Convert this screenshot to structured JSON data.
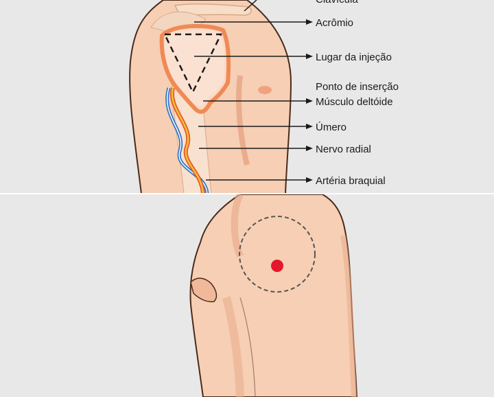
{
  "top_panel": {
    "labels": {
      "clavicle": "Clavícula",
      "acromion": "Acrômio",
      "injection_site": "Lugar da injeção",
      "insertion_point": "Ponto de inserção",
      "deltoid_muscle": "Músculo deltóide",
      "humerus": "Úmero",
      "radial_nerve": "Nervo radial",
      "brachial_artery": "Artéria braquial"
    }
  },
  "colors": {
    "background": "#e8e8e8",
    "skin": "#f6cfb4",
    "skin_shade": "#e9ad8d",
    "outline": "#4a2a1a",
    "muscle": "#f08a55",
    "injection_dot": "#e3182d",
    "artery_blue": "#2f74c8",
    "nerve_yellow": "#f2c23a"
  }
}
